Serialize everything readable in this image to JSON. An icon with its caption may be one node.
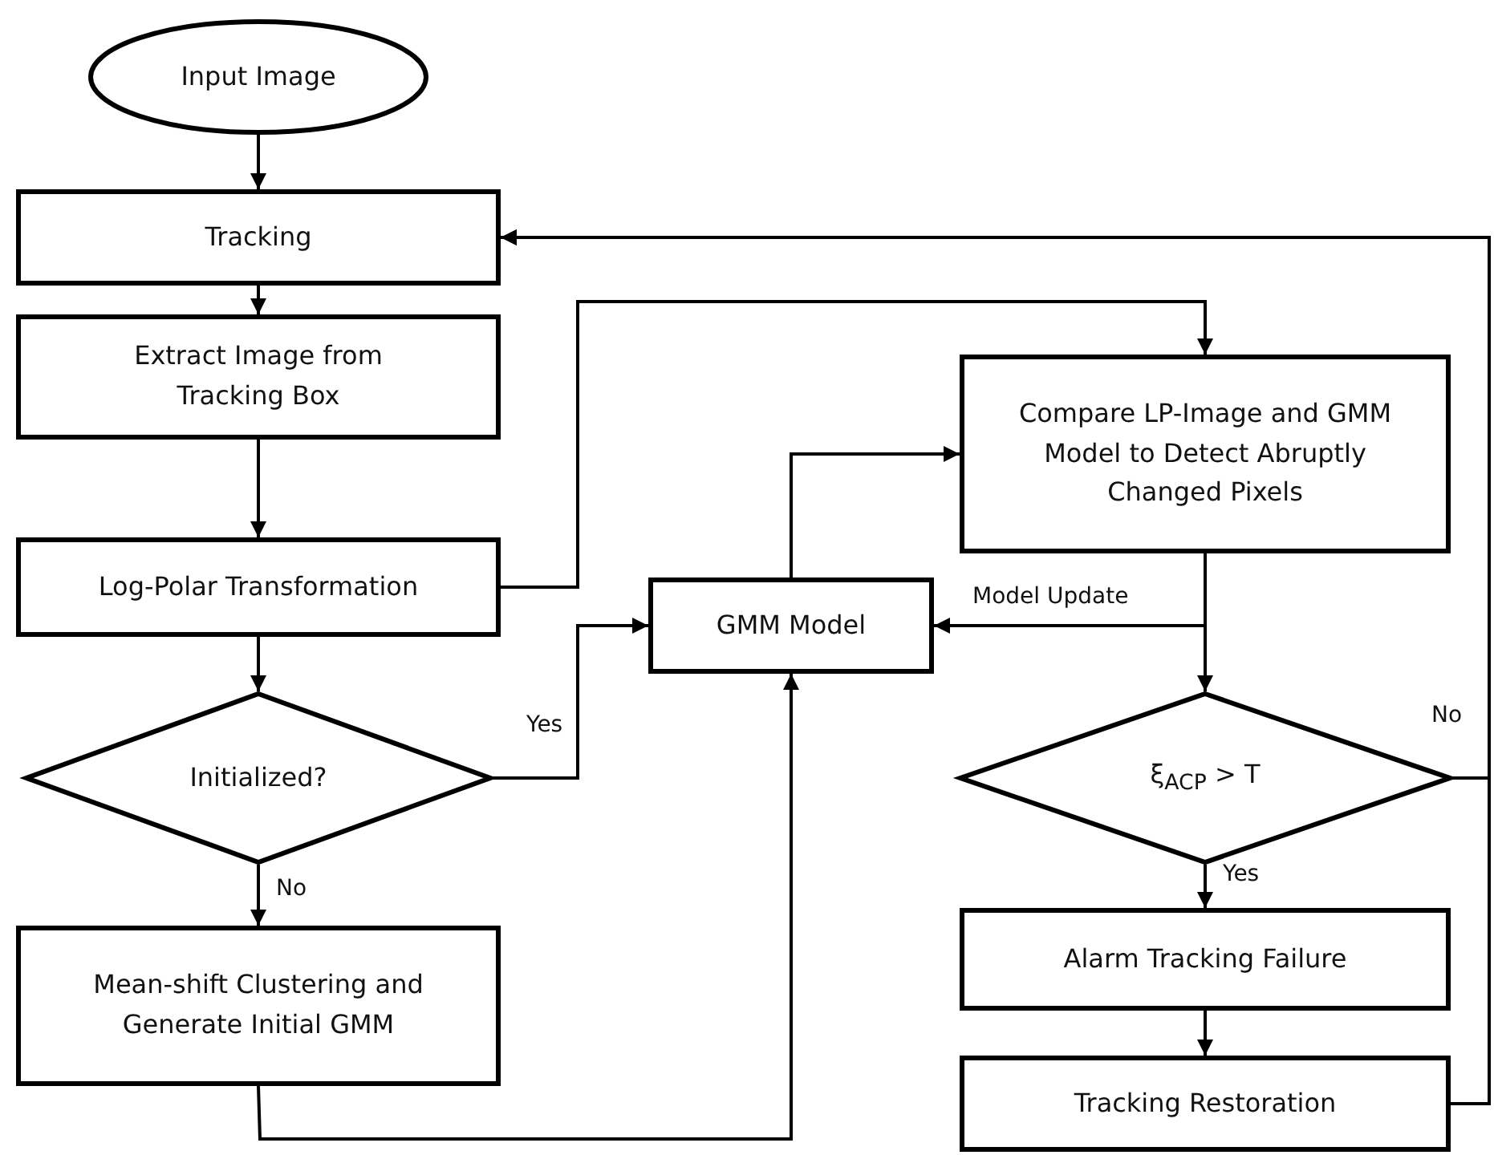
{
  "diagram": {
    "nodes": [
      {
        "text": [
          "Input Image"
        ]
      },
      {
        "text": [
          "Tracking"
        ]
      },
      {
        "text": [
          "Extract Image from Tracking Box"
        ]
      },
      {
        "text": [
          "Log-Polar Transformation"
        ]
      },
      {
        "text": [
          "Initialized?"
        ]
      },
      {
        "text": [
          "Mean-shift Clustering and Generate Initial GMM"
        ]
      },
      {
        "text": [
          "GMM Model"
        ]
      },
      {
        "text": [
          "Compare LP-Image and GMM Model to Detect Abruptly Changed Pixels"
        ]
      },
      {
        "text": [
          "ξ$_{ACP}$ > T"
        ]
      },
      {
        "text": [
          "Alarm Tracking Failure"
        ]
      },
      {
        "text": [
          "Tracking Restoration"
        ]
      }
    ],
    "edges": [
      {
        "from": 0,
        "to": 1,
        "arrow": "to"
      },
      {
        "from": 1,
        "to": 2,
        "arrow": "to"
      },
      {
        "from": 2,
        "to": 3,
        "arrow": "to"
      },
      {
        "from": 3,
        "to": 4,
        "arrow": "to"
      },
      {
        "from": 3,
        "to": 7,
        "arrow": "to"
      },
      {
        "from": 4,
        "to": 6,
        "arrow": "to",
        "label": "Yes"
      },
      {
        "from": 4,
        "to": 5,
        "arrow": "to",
        "label": "No"
      },
      {
        "from": 5,
        "to": 6,
        "arrow": "to"
      },
      {
        "from": 6,
        "to": 7,
        "arrow": "to"
      },
      {
        "from": 7,
        "to": 8,
        "arrow": "to"
      },
      {
        "from": 7,
        "to": 6,
        "arrow": "to",
        "label": "Model Update"
      },
      {
        "from": 8,
        "to": 9,
        "arrow": "to",
        "label": "Yes"
      },
      {
        "from": 9,
        "to": 10,
        "arrow": "to"
      },
      {
        "from": 8,
        "to": 1,
        "arrow": "to",
        "label": "No"
      },
      {
        "from": 10,
        "to": 1,
        "arrow": "to"
      }
    ]
  }
}
